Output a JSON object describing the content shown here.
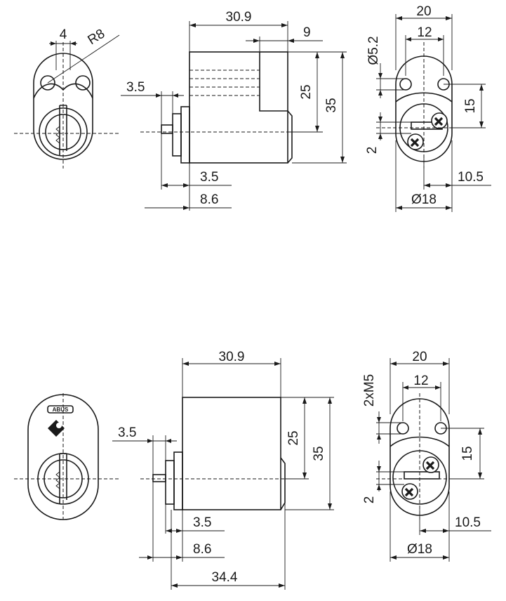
{
  "top": {
    "front": {
      "dims": [
        "4",
        "R8"
      ]
    },
    "side": {
      "dims": [
        "30.9",
        "9",
        "3.5",
        "25",
        "35",
        "3.5",
        "8.6"
      ]
    },
    "back": {
      "dims": [
        "20",
        "12",
        "Ø5.2",
        "15",
        "2",
        "10.5",
        "Ø18"
      ]
    }
  },
  "bottom": {
    "front": {
      "logo": "ABUS"
    },
    "side": {
      "dims": [
        "30.9",
        "3.5",
        "25",
        "35",
        "3.5",
        "8.6",
        "34.4"
      ]
    },
    "back": {
      "dims": [
        "20",
        "2xM5",
        "12",
        "15",
        "2",
        "10.5",
        "Ø18"
      ]
    }
  }
}
